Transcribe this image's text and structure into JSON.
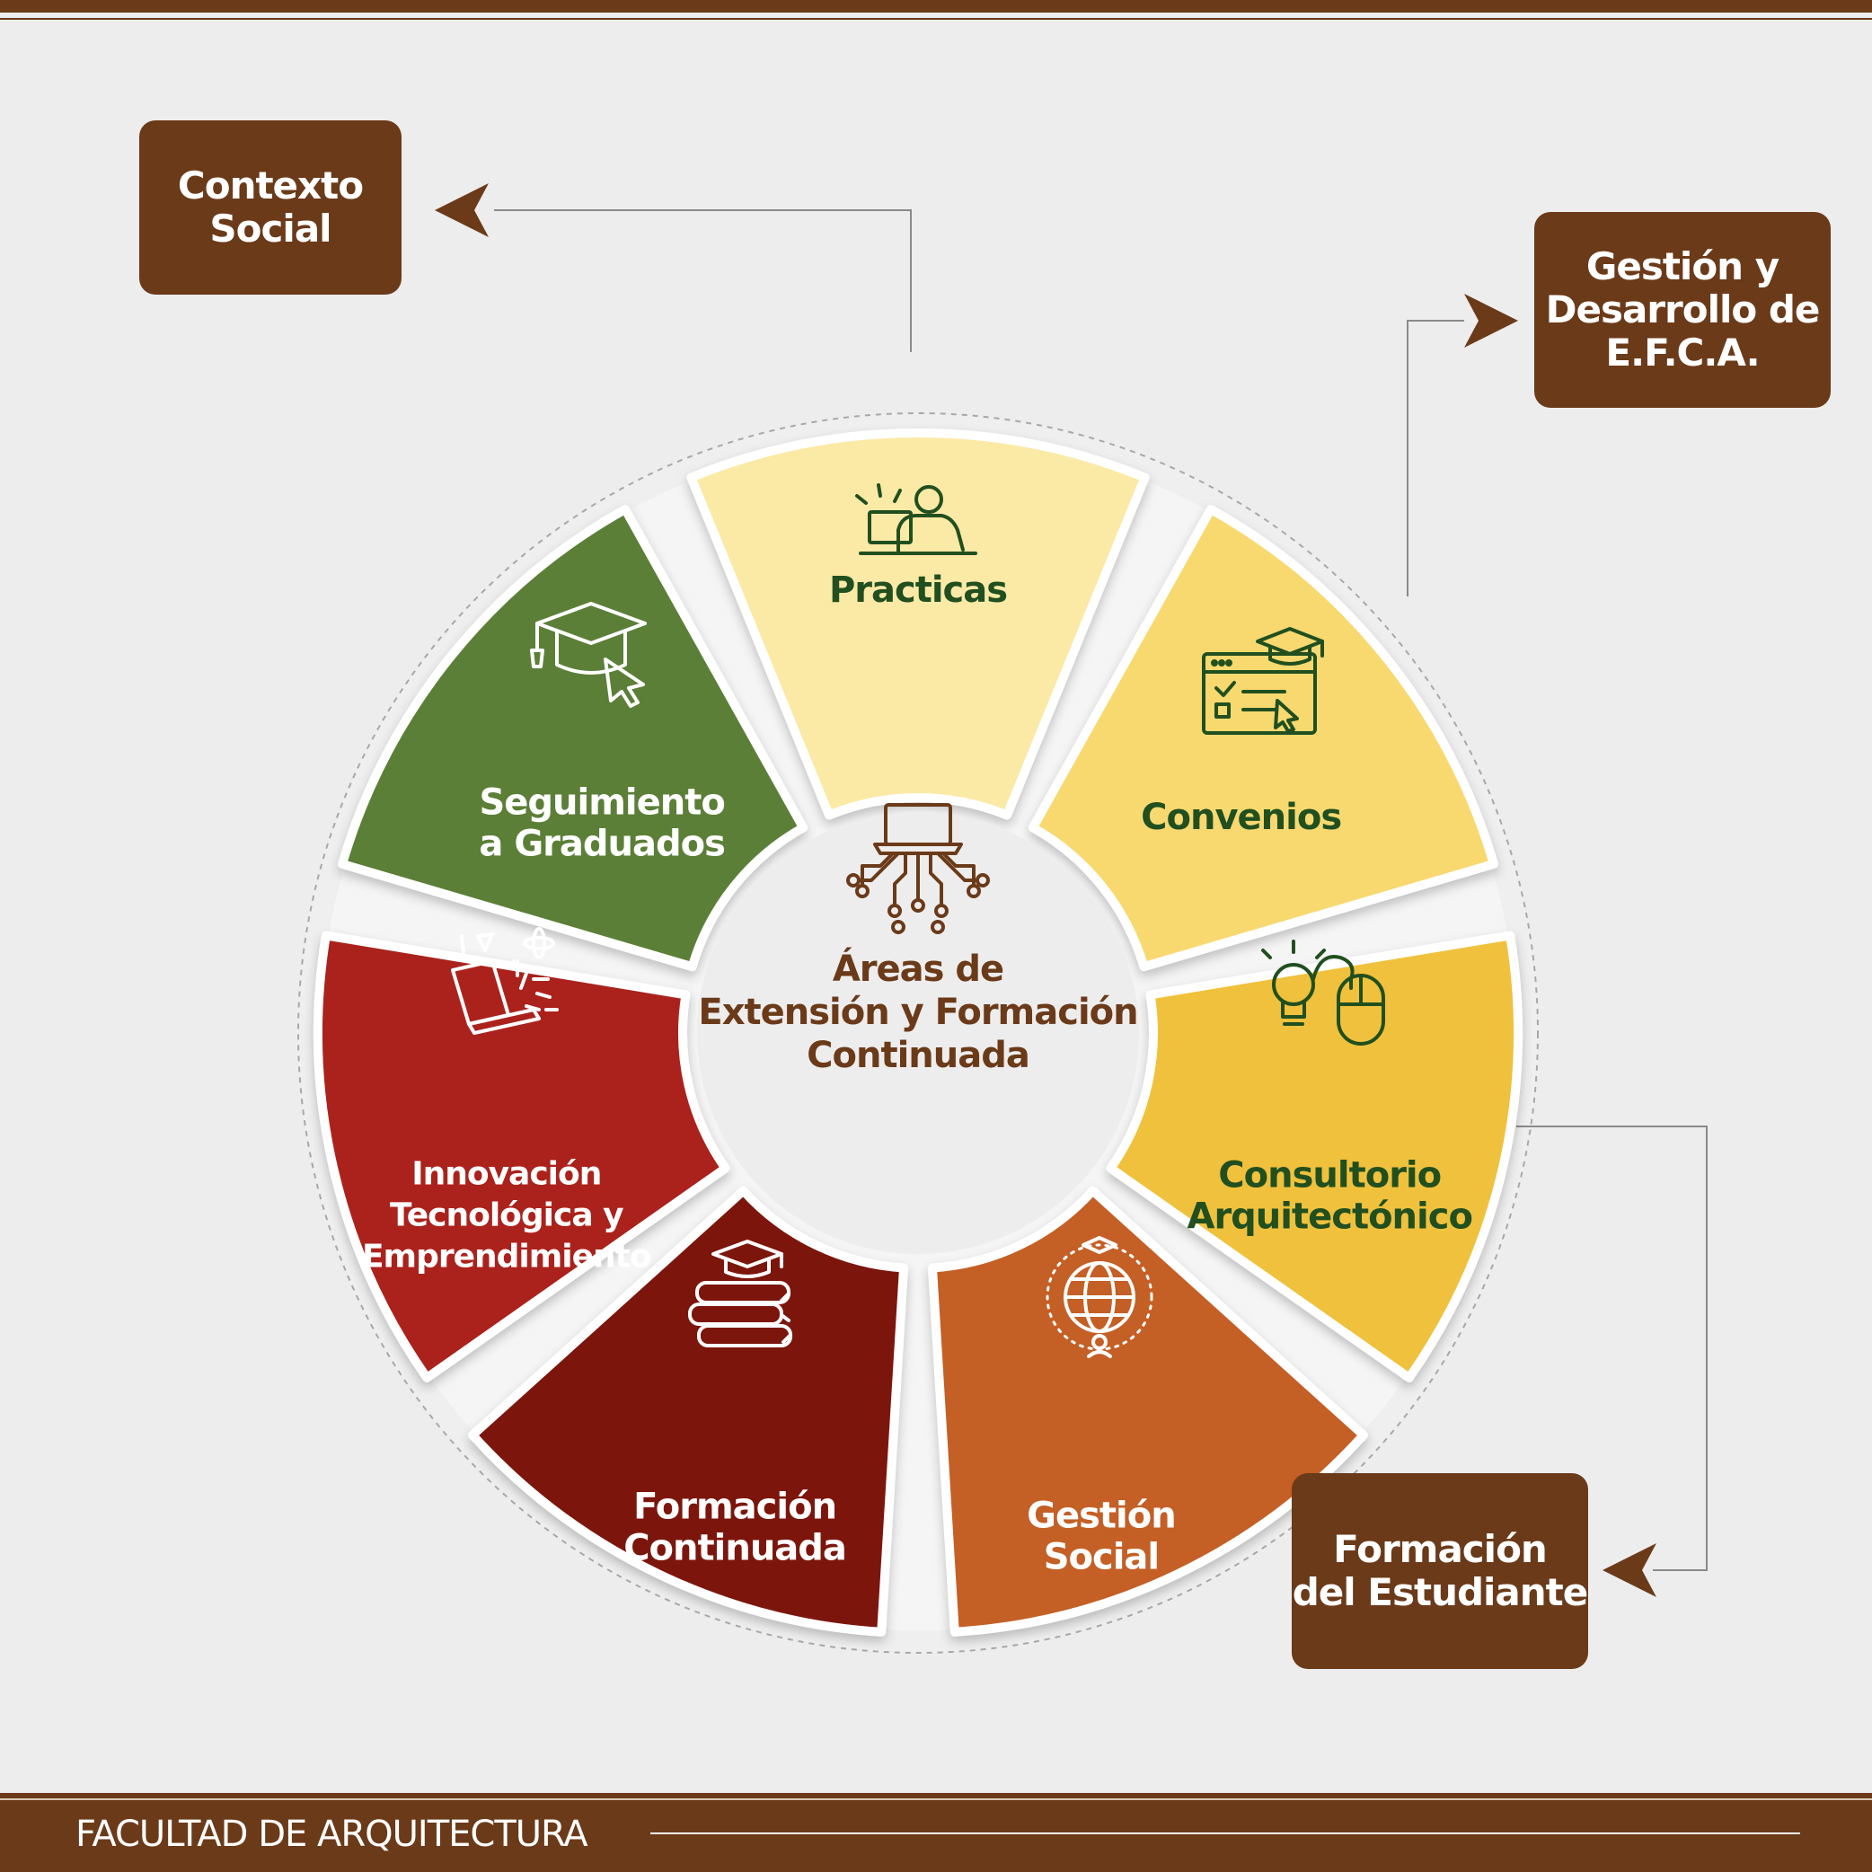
{
  "center": {
    "line1": "Áreas de",
    "line2": "Extensión y Formación",
    "line3": "Continuada",
    "color": "#6b3a19"
  },
  "segments": [
    {
      "key": "practicas",
      "lines": [
        "Practicas"
      ],
      "color": "#fbe9a6",
      "text_color": "#214f1f",
      "icon": "person-laptop-icon"
    },
    {
      "key": "convenios",
      "lines": [
        "Convenios"
      ],
      "color": "#f8d96f",
      "text_color": "#214f1f",
      "icon": "web-graduation-icon"
    },
    {
      "key": "consultorio",
      "lines": [
        "Consultorio",
        "Arquitectónico"
      ],
      "color": "#f0c13d",
      "text_color": "#214f1f",
      "icon": "bulb-mouse-icon"
    },
    {
      "key": "gestion-social",
      "lines": [
        "Gestión",
        "Social"
      ],
      "color": "#c45e26",
      "text_color": "#ffffff",
      "icon": "globe-people-icon"
    },
    {
      "key": "formacion-continuada",
      "lines": [
        "Formación",
        "Continuada"
      ],
      "color": "#7b1710",
      "text_color": "#ffffff",
      "icon": "books-cap-icon"
    },
    {
      "key": "innovacion",
      "lines": [
        "Innovación",
        "Tecnológica y",
        "Emprendimiento"
      ],
      "color": "#ab221b",
      "text_color": "#ffffff",
      "icon": "laptop-science-icon"
    },
    {
      "key": "seguimiento",
      "lines": [
        "Seguimiento",
        "a Graduados"
      ],
      "color": "#5b7f39",
      "text_color": "#ffffff",
      "icon": "graduation-cursor-icon"
    }
  ],
  "boxes": {
    "contexto": {
      "line1": "Contexto",
      "line2": "Social"
    },
    "gestion": {
      "line1": "Gestión y",
      "line2": "Desarrollo de",
      "line3": "E.F.C.A."
    },
    "formacion": {
      "line1": "Formación",
      "line2": "del Estudiante"
    }
  },
  "footer": {
    "title": "FACULTAD DE ARQUITECTURA"
  },
  "colors": {
    "brand": "#6b3a19",
    "background": "#ededed",
    "connector": "#8a8a8a"
  }
}
